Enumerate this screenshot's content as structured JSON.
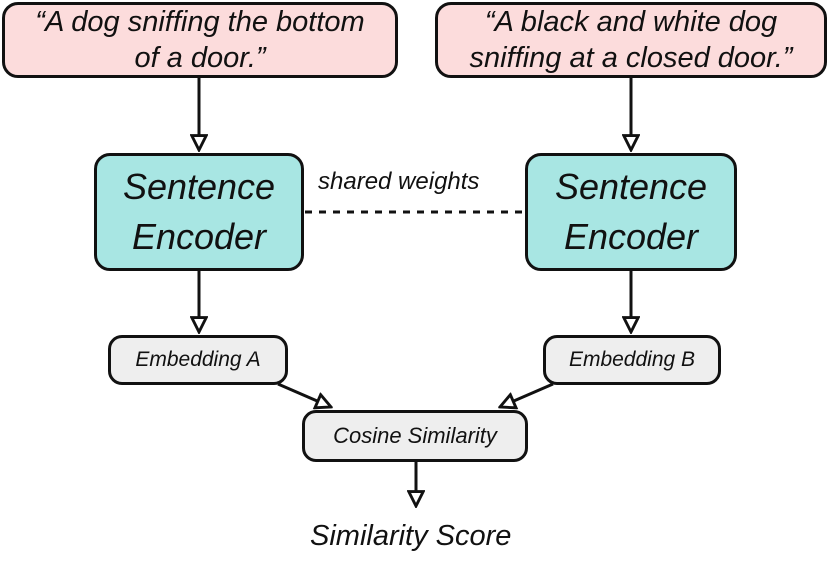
{
  "sentence_a": "“A dog sniffing the bottom of a door.”",
  "sentence_b": "“A black and white dog sniffing at a closed door.”",
  "encoder_a": {
    "line1": "Sentence",
    "line2": "Encoder"
  },
  "encoder_b": {
    "line1": "Sentence",
    "line2": "Encoder"
  },
  "shared_weights_label": "shared weights",
  "embedding_a": "Embedding A",
  "embedding_b": "Embedding B",
  "cosine_similarity": "Cosine Similarity",
  "similarity_score": "Similarity Score",
  "colors": {
    "sentence_fill": "#fcdcdc",
    "encoder_fill": "#a8e6e3",
    "operation_fill": "#eeeeee",
    "stroke": "#111111"
  }
}
